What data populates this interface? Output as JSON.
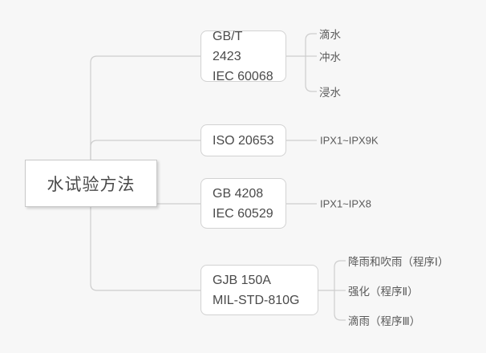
{
  "diagram": {
    "type": "mind-map",
    "background_color": "#f7f7f7",
    "node_fill": "#ffffff",
    "node_border": "#d2d2d2",
    "text_color": "#4a4a4a",
    "link_color": "#cccccc",
    "root": {
      "label": "水试验方法"
    },
    "branches": [
      {
        "id": "gbt2423",
        "line1": "GB/T 2423",
        "line2": "IEC 60068",
        "leaves": [
          {
            "label": "滴水"
          },
          {
            "label": "冲水"
          },
          {
            "label": "浸水"
          }
        ]
      },
      {
        "id": "iso20653",
        "line1": "ISO 20653",
        "line2": "",
        "leaves": [
          {
            "label": "IPX1~IPX9K"
          }
        ]
      },
      {
        "id": "gb4208",
        "line1": "GB 4208",
        "line2": "IEC 60529",
        "leaves": [
          {
            "label": "IPX1~IPX8"
          }
        ]
      },
      {
        "id": "gjb150a",
        "line1": "GJB 150A",
        "line2": "MIL-STD-810G",
        "leaves": [
          {
            "label": "降雨和吹雨（程序Ⅰ）"
          },
          {
            "label": "强化（程序Ⅱ）"
          },
          {
            "label": "滴雨（程序Ⅲ）"
          }
        ]
      }
    ]
  }
}
